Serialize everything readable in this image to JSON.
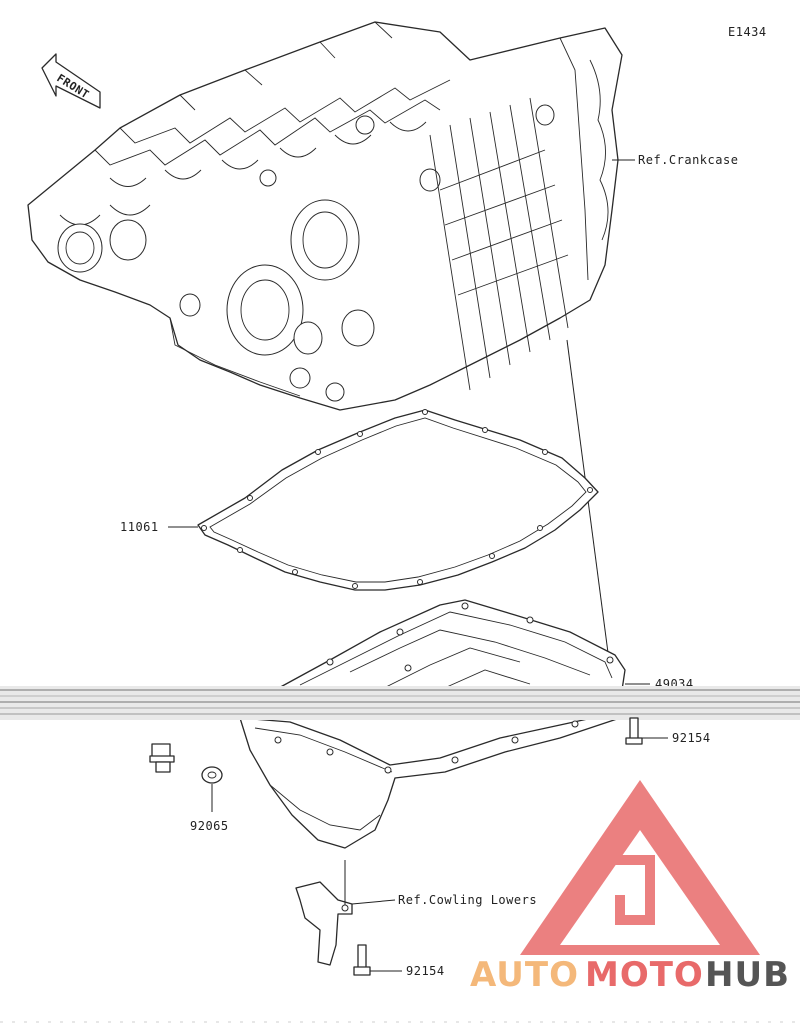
{
  "diagram_code": "E1434",
  "front_label": "FRONT",
  "callouts": [
    {
      "id": "crankcase",
      "text": "Ref.Crankcase"
    },
    {
      "id": "gasket",
      "text": "11061"
    },
    {
      "id": "oil-pan",
      "text": "49034"
    },
    {
      "id": "bolt-right",
      "text": "92154"
    },
    {
      "id": "washer",
      "text": "92065"
    },
    {
      "id": "cowling",
      "text": "Ref.Cowling Lowers"
    },
    {
      "id": "bolt-bottom",
      "text": "92154"
    }
  ],
  "watermark": {
    "part1": "AUTO",
    "part2": "MOTO",
    "part3": "HUB",
    "colors": {
      "auto": "#f4b87a",
      "moto": "#e86a6a",
      "hub": "#555555",
      "logo": "#e86a6a"
    }
  }
}
